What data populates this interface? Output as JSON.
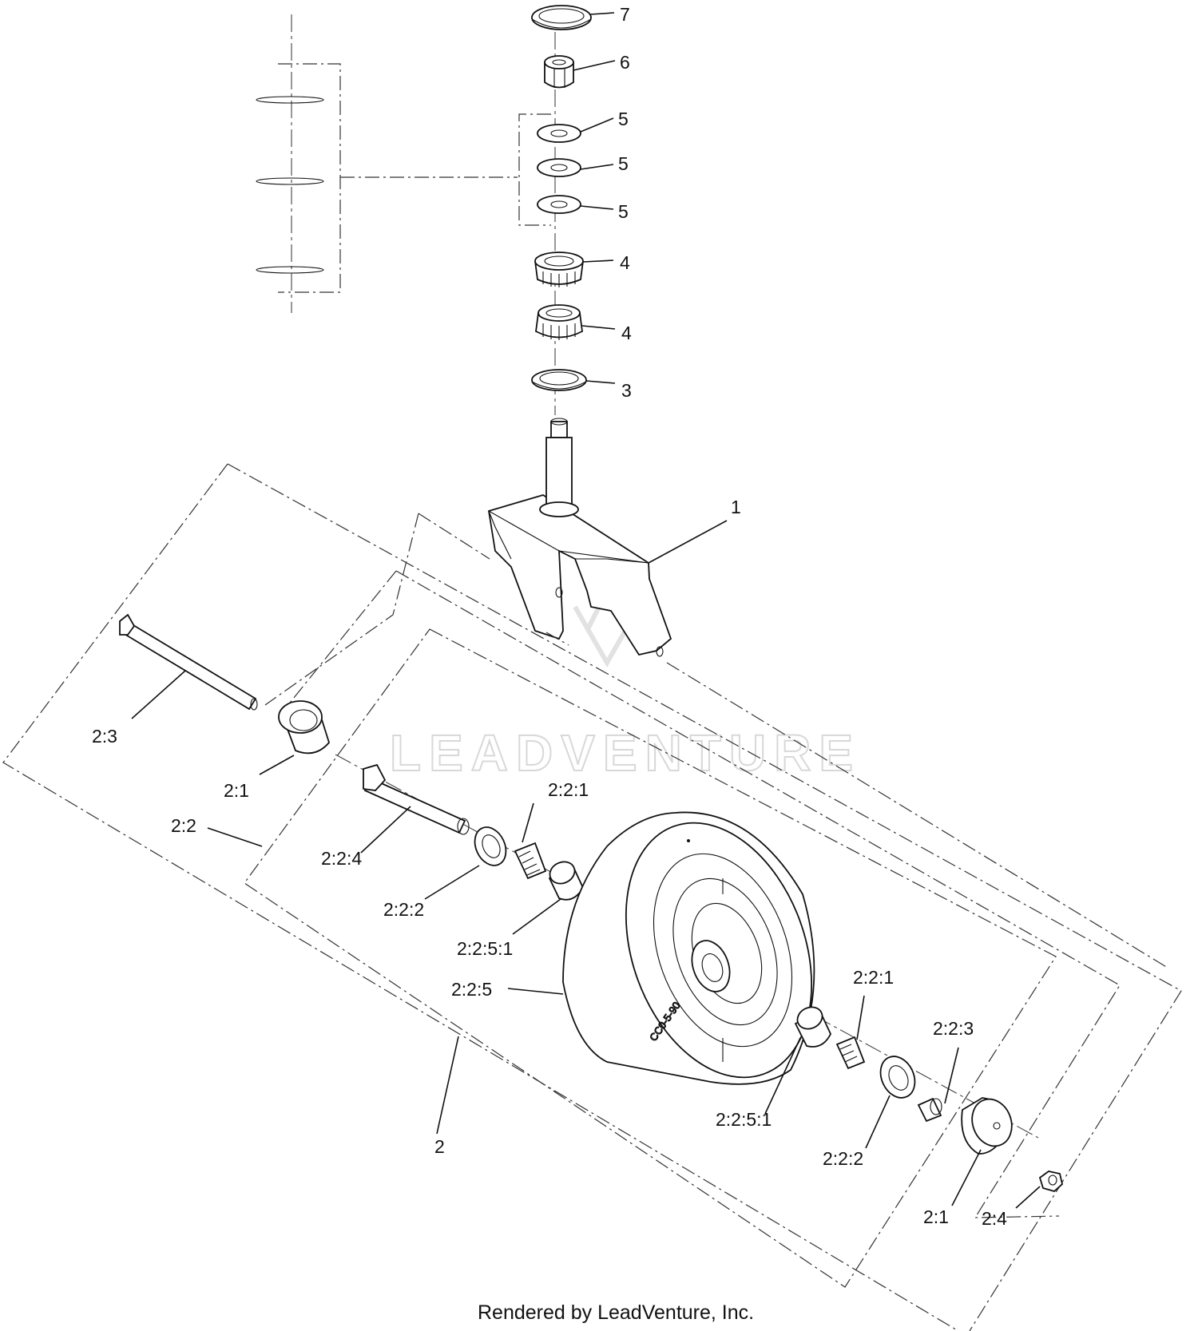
{
  "watermark": "LEADVENTURE",
  "footer": "Rendered by LeadVenture, Inc.",
  "callouts": {
    "c7": "7",
    "c6": "6",
    "c5a": "5",
    "c5b": "5",
    "c5c": "5",
    "c4a": "4",
    "c4b": "4",
    "c3": "3",
    "c1": "1",
    "c2_3": "2:3",
    "c2_1_left": "2:1",
    "c2_2": "2:2",
    "c2_2_4": "2:2:4",
    "c2_2_1_top": "2:2:1",
    "c2_2_2_left": "2:2:2",
    "c2_2_5_1_left": "2:2:5:1",
    "c2_2_5": "2:2:5",
    "c2": "2",
    "c2_2_1_right": "2:2:1",
    "c2_2_3": "2:2:3",
    "c2_2_5_1_right": "2:2:5:1",
    "c2_2_2_right": "2:2:2",
    "c2_1_right": "2:1",
    "c2_4": "2:4"
  },
  "tire_marking": "CC0-5-90"
}
